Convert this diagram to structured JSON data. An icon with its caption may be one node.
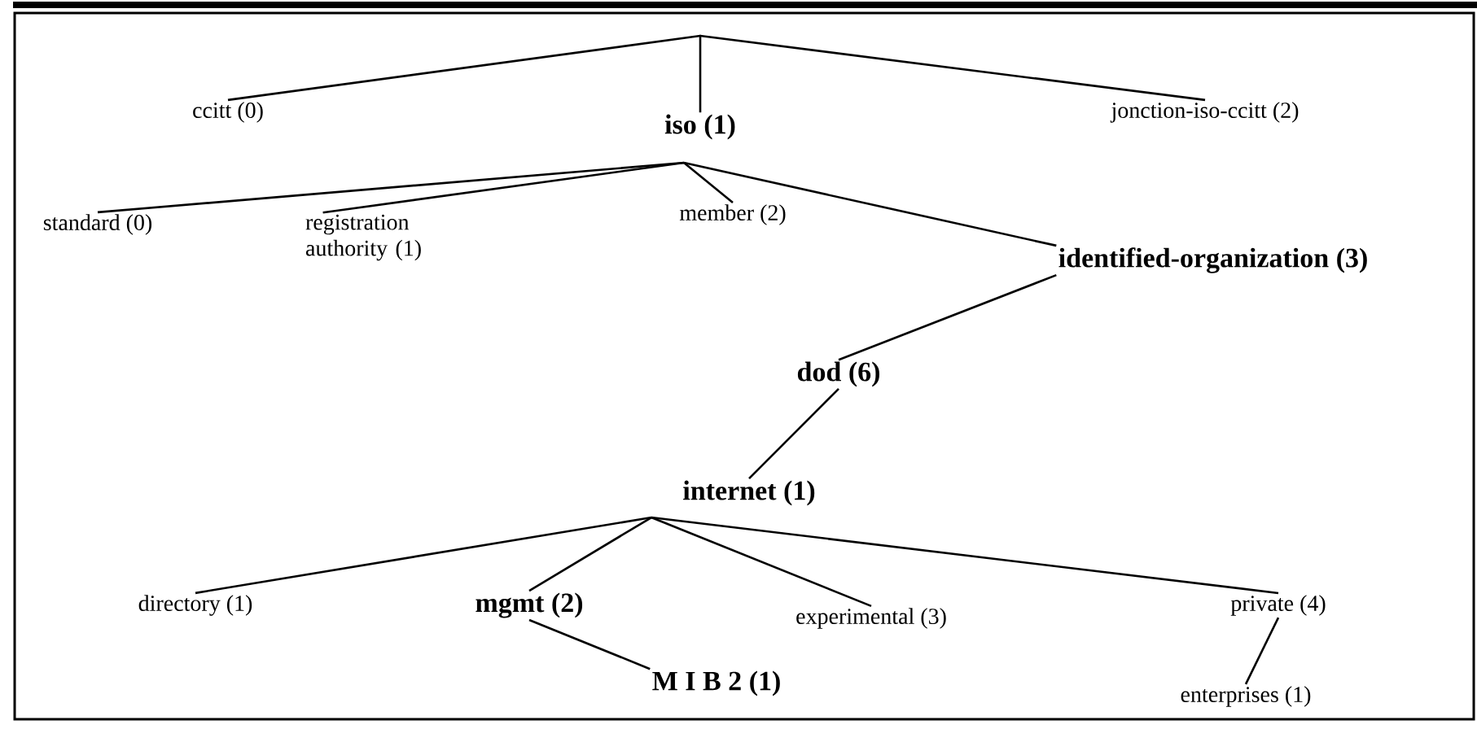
{
  "diagram": {
    "nodes": [
      {
        "text": [],
        "shape": "point"
      },
      {
        "text": [
          "ccitt (0)"
        ]
      },
      {
        "text": [
          "iso (1)"
        ]
      },
      {
        "text": [
          "jonction-iso-ccitt (2)"
        ]
      },
      {
        "text": [
          "standard (0)"
        ]
      },
      {
        "text": [
          "registration authority (1)"
        ]
      },
      {
        "text": [
          "member (2)"
        ]
      },
      {
        "text": [
          "identified-organization (3)"
        ]
      },
      {
        "text": [
          "dod (6)"
        ]
      },
      {
        "text": [
          "internet (1)"
        ]
      },
      {
        "text": [
          "directory (1)"
        ]
      },
      {
        "text": [
          "mgmt (2)"
        ]
      },
      {
        "text": [
          "experimental (3)"
        ]
      },
      {
        "text": [
          "private (4)"
        ]
      },
      {
        "text": [
          "M I B 2 (1)"
        ]
      },
      {
        "text": [
          "enterprises (1)"
        ]
      }
    ],
    "edges": [
      {
        "from": 0,
        "to": 1,
        "arrow": "none"
      },
      {
        "from": 0,
        "to": 2,
        "arrow": "none"
      },
      {
        "from": 0,
        "to": 3,
        "arrow": "none"
      },
      {
        "from": 2,
        "to": 4,
        "arrow": "none"
      },
      {
        "from": 2,
        "to": 5,
        "arrow": "none"
      },
      {
        "from": 2,
        "to": 6,
        "arrow": "none"
      },
      {
        "from": 2,
        "to": 7,
        "arrow": "none"
      },
      {
        "from": 7,
        "to": 8,
        "arrow": "none"
      },
      {
        "from": 8,
        "to": 9,
        "arrow": "none"
      },
      {
        "from": 9,
        "to": 10,
        "arrow": "none"
      },
      {
        "from": 9,
        "to": 11,
        "arrow": "none"
      },
      {
        "from": 9,
        "to": 12,
        "arrow": "none"
      },
      {
        "from": 9,
        "to": 13,
        "arrow": "none"
      },
      {
        "from": 11,
        "to": 14,
        "arrow": "none"
      },
      {
        "from": 13,
        "to": 15,
        "arrow": "none"
      }
    ]
  }
}
